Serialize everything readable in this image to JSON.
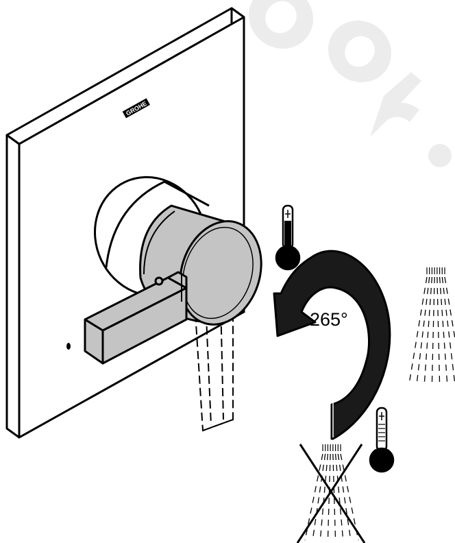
{
  "brand": {
    "logo_text": "GROHE"
  },
  "watermark": {
    "text": "door."
  },
  "rotation": {
    "angle_label": "265°"
  },
  "indicators": {
    "thermometer_icons": [
      "thermometer-low-icon",
      "thermometer-high-icon"
    ],
    "spray_icons": [
      "shower-spray-on-icon",
      "shower-spray-off-icon"
    ],
    "off_mark_icon": "cross-out-icon"
  },
  "colors": {
    "line": "#000000",
    "handle_grey": "#c4c4c4",
    "arrow_fill": "#1a1a1a",
    "watermark": "#e9e9e9"
  }
}
